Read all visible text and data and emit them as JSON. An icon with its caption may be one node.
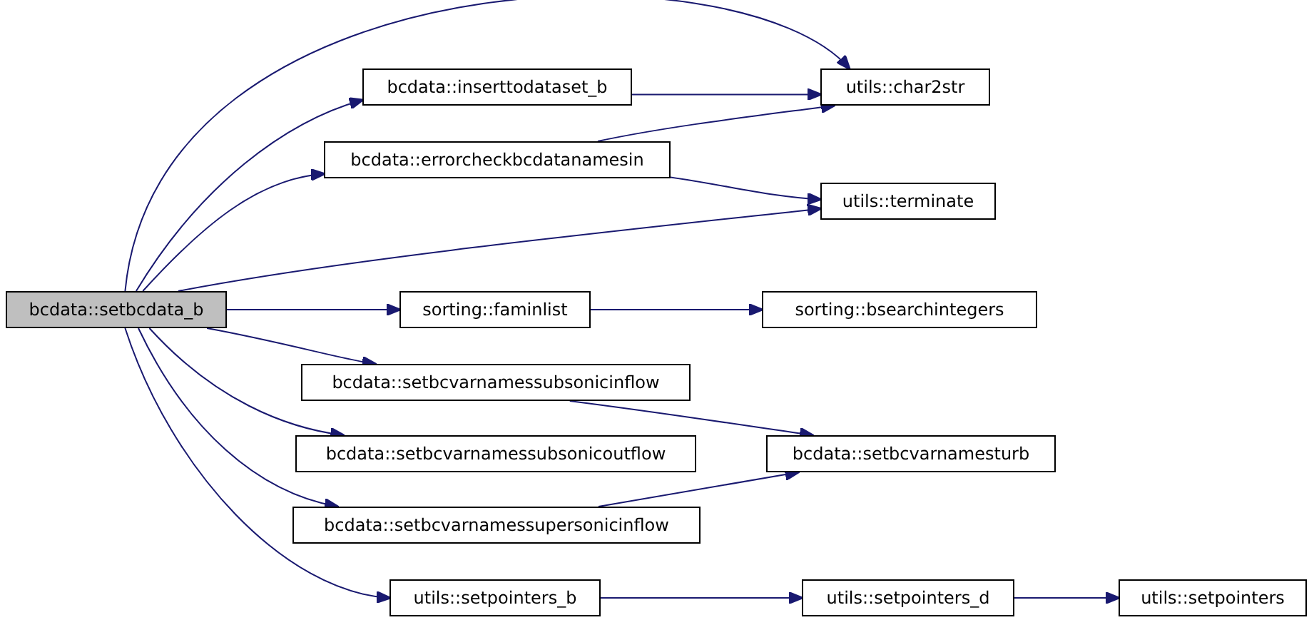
{
  "diagram": {
    "nodes": [
      {
        "text": [
          "bcdata::setbcdata_b"
        ]
      },
      {
        "text": [
          "bcdata::inserttodataset_b"
        ]
      },
      {
        "text": [
          "utils::char2str"
        ]
      },
      {
        "text": [
          "bcdata::errorcheckbcdatanamesin"
        ]
      },
      {
        "text": [
          "utils::terminate"
        ]
      },
      {
        "text": [
          "sorting::faminlist"
        ]
      },
      {
        "text": [
          "sorting::bsearchintegers"
        ]
      },
      {
        "text": [
          "bcdata::setbcvarnamessubsonicinflow"
        ]
      },
      {
        "text": [
          "bcdata::setbcvarnamessubsonicoutflow"
        ]
      },
      {
        "text": [
          "bcdata::setbcvarnamesturb"
        ]
      },
      {
        "text": [
          "bcdata::setbcvarnamessupersonicinflow"
        ]
      },
      {
        "text": [
          "utils::setpointers_b"
        ]
      },
      {
        "text": [
          "utils::setpointers_d"
        ]
      },
      {
        "text": [
          "utils::setpointers"
        ]
      }
    ],
    "edges": [
      {
        "from": 0,
        "to": 2,
        "arrow": "to"
      },
      {
        "from": 0,
        "to": 1,
        "arrow": "to"
      },
      {
        "from": 0,
        "to": 3,
        "arrow": "to"
      },
      {
        "from": 0,
        "to": 4,
        "arrow": "to"
      },
      {
        "from": 0,
        "to": 5,
        "arrow": "to"
      },
      {
        "from": 0,
        "to": 7,
        "arrow": "to"
      },
      {
        "from": 0,
        "to": 8,
        "arrow": "to"
      },
      {
        "from": 0,
        "to": 10,
        "arrow": "to"
      },
      {
        "from": 0,
        "to": 11,
        "arrow": "to"
      },
      {
        "from": 1,
        "to": 2,
        "arrow": "to"
      },
      {
        "from": 3,
        "to": 2,
        "arrow": "to"
      },
      {
        "from": 3,
        "to": 4,
        "arrow": "to"
      },
      {
        "from": 5,
        "to": 6,
        "arrow": "to"
      },
      {
        "from": 7,
        "to": 9,
        "arrow": "to"
      },
      {
        "from": 10,
        "to": 9,
        "arrow": "to"
      },
      {
        "from": 11,
        "to": 12,
        "arrow": "to"
      },
      {
        "from": 12,
        "to": 13,
        "arrow": "to"
      }
    ]
  }
}
